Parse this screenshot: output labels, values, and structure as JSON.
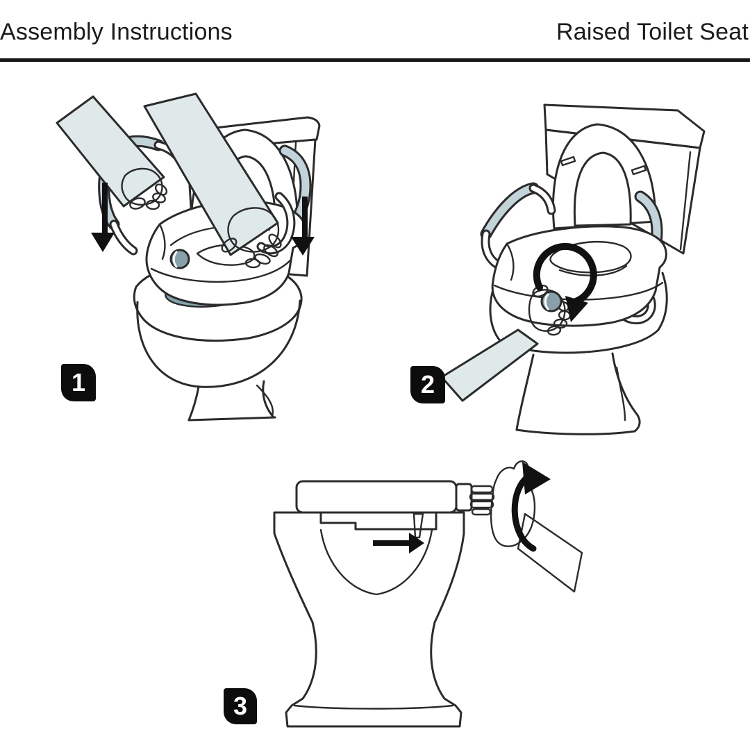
{
  "header": {
    "left_title": "Assembly Instructions",
    "right_title": "Raised Toilet Seat",
    "rule_color": "#161616"
  },
  "steps": [
    {
      "number": "1"
    },
    {
      "number": "2"
    },
    {
      "number": "3"
    }
  ],
  "colors": {
    "outline": "#2b2b2b",
    "skin": "#dfe9ea",
    "pad": "#c2d3da",
    "water": "#87a3ad",
    "knob": "#87a0aa",
    "arrow": "#111111",
    "white": "#ffffff",
    "badge_bg": "#0c0c0c",
    "badge_text": "#ffffff"
  }
}
